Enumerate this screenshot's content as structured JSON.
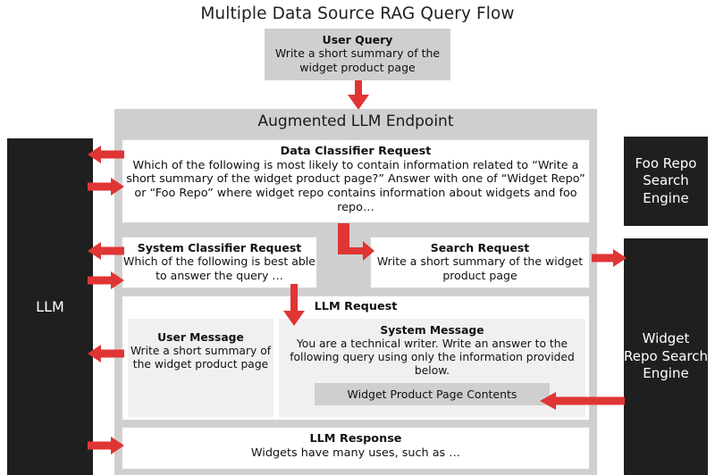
{
  "title": "Multiple Data Source RAG Query Flow",
  "colors": {
    "arrow_red": "#E03535",
    "panel_gray": "#CFCFCF",
    "box_black": "#1F1F1F",
    "inner_gray": "#F0F0F0",
    "white": "#FFFFFF"
  },
  "nodes": {
    "user_query": {
      "title": "User Query",
      "body": "Write a short summary of the widget product page"
    },
    "endpoint_panel": {
      "header": "Augmented LLM Endpoint"
    },
    "data_classifier_request": {
      "title": "Data Classifier Request",
      "body": "Which of the following is most likely to contain information related to “Write a short summary of the widget product page?” Answer with one of “Widget Repo” or “Foo Repo” where widget repo contains information about widgets and foo repo…"
    },
    "system_classifier_request": {
      "title": "System Classifier Request",
      "body": "Which of the following is best able to answer the query …"
    },
    "search_request": {
      "title": "Search Request",
      "body": "Write a short summary of the widget product page"
    },
    "llm_request": {
      "title": "LLM Request",
      "user_message": {
        "title": "User Message",
        "body": "Write a short summary of the widget product page"
      },
      "system_message": {
        "title": "System Message",
        "body": "You are a technical writer. Write an answer to the following query using only the information provided below.",
        "contents_chip": "Widget Product Page Contents"
      }
    },
    "llm_response": {
      "title": "LLM Response",
      "body": "Widgets have many uses, such as …"
    },
    "llm": {
      "label": "LLM"
    },
    "foo_repo_search_engine": {
      "label": "Foo Repo Search Engine"
    },
    "widget_repo_search_engine": {
      "label": "Widget Repo Search Engine"
    }
  }
}
